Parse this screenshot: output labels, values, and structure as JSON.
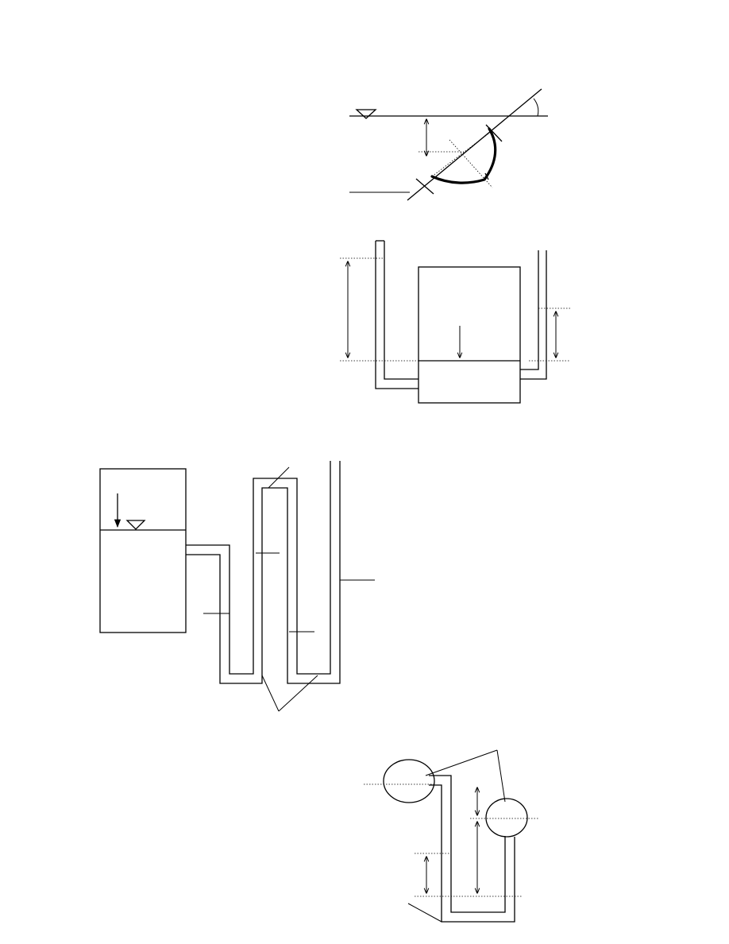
{
  "figure": {
    "figures": [
      {
        "id": "curved-gate"
      },
      {
        "id": "tank-two-tubes"
      },
      {
        "id": "tank-multi-manometer"
      },
      {
        "id": "differential-manometer"
      }
    ],
    "colors": {
      "stroke": "#000000",
      "background": "#ffffff"
    }
  }
}
